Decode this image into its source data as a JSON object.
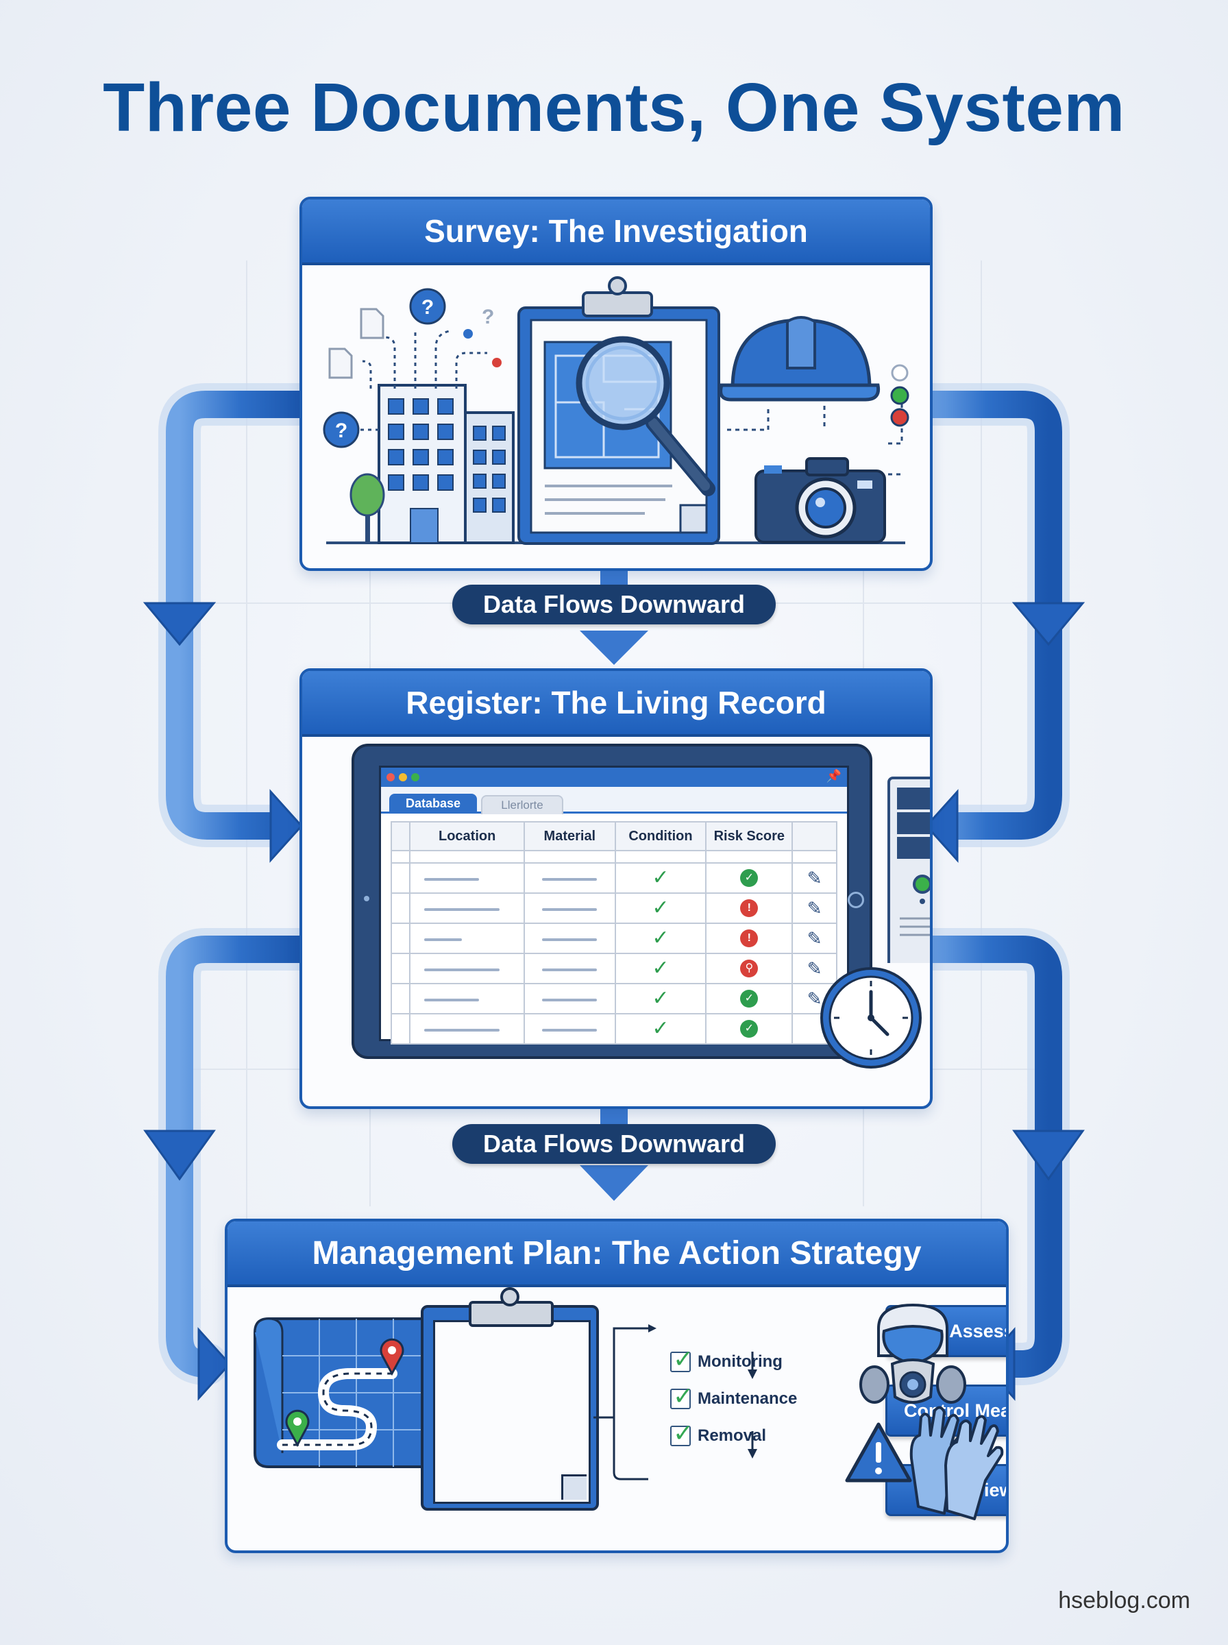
{
  "title": "Three Documents, One System",
  "cards": {
    "survey": {
      "title": "Survey: The Investigation"
    },
    "register": {
      "title": "Register: The Living Record"
    },
    "plan": {
      "title": "Management Plan: The Action Strategy"
    }
  },
  "flow_labels": [
    "Data Flows Downward",
    "Data Flows Downward"
  ],
  "register_ui": {
    "tabs": [
      "Database",
      "Llerlorte"
    ],
    "columns": [
      "Location",
      "Material",
      "Condition",
      "Risk Score",
      ""
    ],
    "rows": [
      {
        "condition": "check",
        "risk": "green"
      },
      {
        "condition": "check",
        "risk": "red"
      },
      {
        "condition": "check",
        "risk": "red"
      },
      {
        "condition": "check",
        "risk": "red-pin"
      },
      {
        "condition": "check",
        "risk": "green"
      },
      {
        "condition": "check",
        "risk": "green"
      }
    ]
  },
  "plan_ui": {
    "checklist": [
      "Monitoring",
      "Maintenance",
      "Removal"
    ],
    "steps": [
      "Risk Assessment",
      "Control Measures",
      "Review"
    ]
  },
  "footer": "hseblog.com",
  "colors": {
    "primary": "#1c5bb0",
    "header": "#2e6fc8",
    "pill": "#1a3d6d",
    "title": "#0e4f98"
  }
}
